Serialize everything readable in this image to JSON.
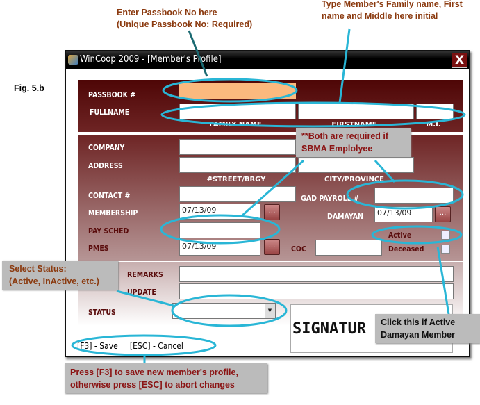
{
  "figure_label": "Fig. 5.b",
  "window": {
    "title": "WinCoop 2009 - [Member's Profile]",
    "close_label": "X"
  },
  "form": {
    "passbook_label": "PASSBOOK #",
    "passbook_value": "",
    "fullname_label": "FULLNAME",
    "family_name_caption": "FAMILY NAME",
    "firstname_caption": "FIRSTNAME",
    "mi_caption": "M.I.",
    "company_label": "COMPANY",
    "address_label": "ADDRESS",
    "street_caption": "#STREET/BRGY",
    "city_caption": "CITY/PROVINCE",
    "contact_label": "CONTACT #",
    "gad_payroll_label": "GAD PAYROLL #",
    "membership_label": "MEMBERSHIP",
    "membership_date": "07/13/09",
    "damayan_label": "DAMAYAN",
    "damayan_date": "07/13/09",
    "pay_sched_label": "PAY SCHED",
    "pmes_label": "PMES",
    "pmes_date": "07/13/09",
    "coc_label": "COC",
    "active_label": "Active",
    "deceased_label": "Deceased",
    "remarks_label": "REMARKS",
    "update_label": "UPDATE",
    "status_label": "STATUS",
    "status_value": "",
    "signature_text": "SIGNATUR",
    "picker_label": "...",
    "footer_shortcuts": "[F3] - Save     [ESC] - Cancel"
  },
  "annotations": {
    "passbook_line1": "Enter Passbook No here",
    "passbook_line2": "(Unique Passbook No: Required)",
    "name_line1": "Type Member's Family name, First",
    "name_line2": "name and Middle here initial",
    "sbma_line1": "**Both are required if",
    "sbma_line2": "SBMA Emplolyee",
    "status_line1": "Select Status:",
    "status_line2": "(Active, InActive, etc.)",
    "damayan_line1": "Click this if Active",
    "damayan_line2": "Damayan Member",
    "save_line1": "Press [F3] to save new member's profile,",
    "save_line2": "otherwise press [ESC] to abort changes"
  },
  "colors": {
    "highlight": "#29b6d6",
    "passbook_field": "#fbb97e",
    "panel": "#5a0c0c"
  }
}
